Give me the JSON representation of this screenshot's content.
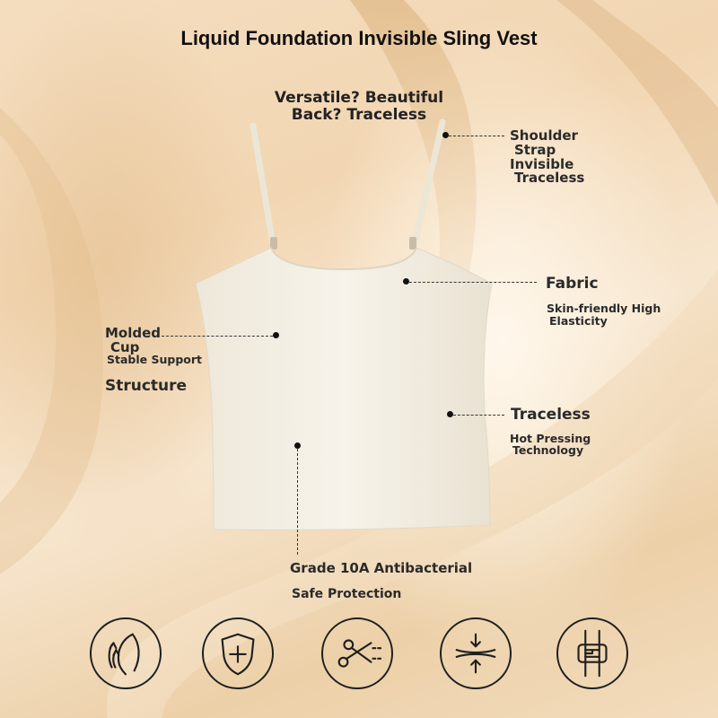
{
  "title": "Liquid Foundation Invisible Sling Vest",
  "headline": {
    "line1": "Versatile? Beautiful",
    "line2": "Back? Traceless"
  },
  "callouts": {
    "shoulder": {
      "line1": "Shoulder",
      "line2": "Strap",
      "line3": "Invisible",
      "line4": "Traceless"
    },
    "fabric": {
      "title": "Fabric",
      "line1": "Skin-friendly High",
      "line2": "Elasticity"
    },
    "molded": {
      "line1": "Molded",
      "line2": "Cup",
      "line3": "Stable Support",
      "line4": "Structure"
    },
    "traceless": {
      "title": "Traceless",
      "line1": "Hot Pressing",
      "line2": "Technology"
    },
    "grade": {
      "title": "Grade 10A Antibacterial",
      "sub": "Safe Protection"
    }
  },
  "colors": {
    "background": "#f3dcbd",
    "garment": "#f3efe4",
    "text": "#111111"
  },
  "icons": [
    "cup-support-icon",
    "shield-plus-icon",
    "scissors-cut-icon",
    "compress-arrows-icon",
    "strap-buckle-icon"
  ]
}
